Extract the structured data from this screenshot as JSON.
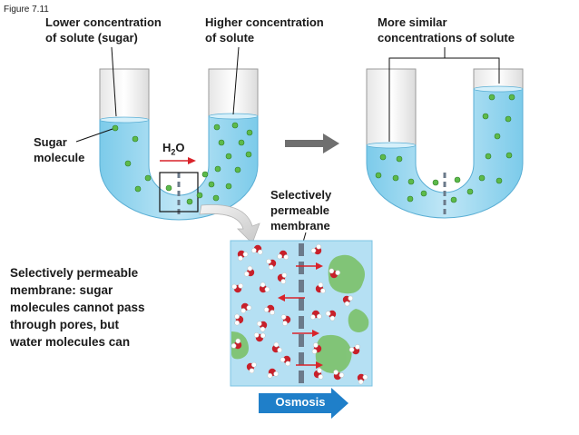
{
  "figure_label": "Figure 7.11",
  "labels": {
    "lower_concentration": "Lower concentration\nof solute (sugar)",
    "higher_concentration": "Higher concentration\nof solute",
    "more_similar": "More similar\nconcentrations of solute",
    "sugar_molecule": "Sugar\nmolecule",
    "h2o_main": "H",
    "h2o_sub": "2",
    "h2o_tail": "O",
    "membrane": "Selectively\npermeable\nmembrane",
    "osmosis": "Osmosis"
  },
  "caption": "Selectively permeable\nmembrane: sugar\nmolecules cannot pass\nthrough pores, but\nwater molecules can",
  "colors": {
    "water": "#a9dcf0",
    "water_dark": "#6fc3e6",
    "sugar": "#5dba4a",
    "membrane": "#6b7a8a",
    "arrow_red": "#d9232a",
    "osmosis_arrow": "#1f7fc9",
    "oxygen": "#c8202a"
  }
}
